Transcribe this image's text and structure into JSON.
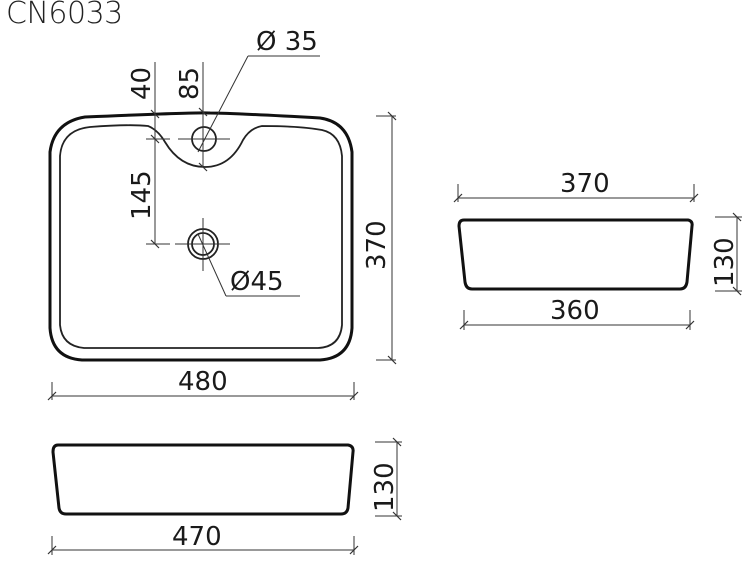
{
  "title": "CN6033",
  "top_view": {
    "tap_hole_diameter": "Ø 35",
    "drain_diameter": "Ø45",
    "offset_left": "40",
    "offset_tap": "85",
    "drain_distance": "145",
    "depth": "370",
    "width": "480"
  },
  "side_view": {
    "top_width": "370",
    "bottom_width": "360",
    "height": "130"
  },
  "front_view": {
    "bottom_width": "470",
    "height": "130"
  }
}
